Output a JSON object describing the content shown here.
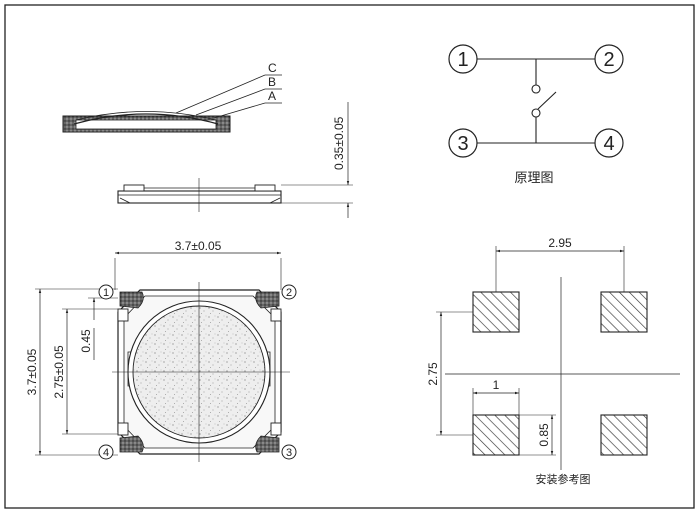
{
  "section_view": {
    "layer_labels": [
      "C",
      "B",
      "A"
    ],
    "thickness_dim": "0.35±0.05"
  },
  "schematic": {
    "pins": [
      "1",
      "2",
      "3",
      "4"
    ],
    "caption": "原理图"
  },
  "top_view": {
    "width_dim": "3.7±0.05",
    "height_dim": "3.7±0.05",
    "pad_span_dim": "2.75±0.05",
    "pad_dim": "0.45",
    "pin_labels": [
      "1",
      "2",
      "4",
      "3"
    ]
  },
  "footprint": {
    "pitch_x_dim": "2.95",
    "pitch_y_dim": "2.75",
    "pad_width_dim": "1",
    "pad_height_dim": "0.85",
    "caption": "安装参考图"
  }
}
